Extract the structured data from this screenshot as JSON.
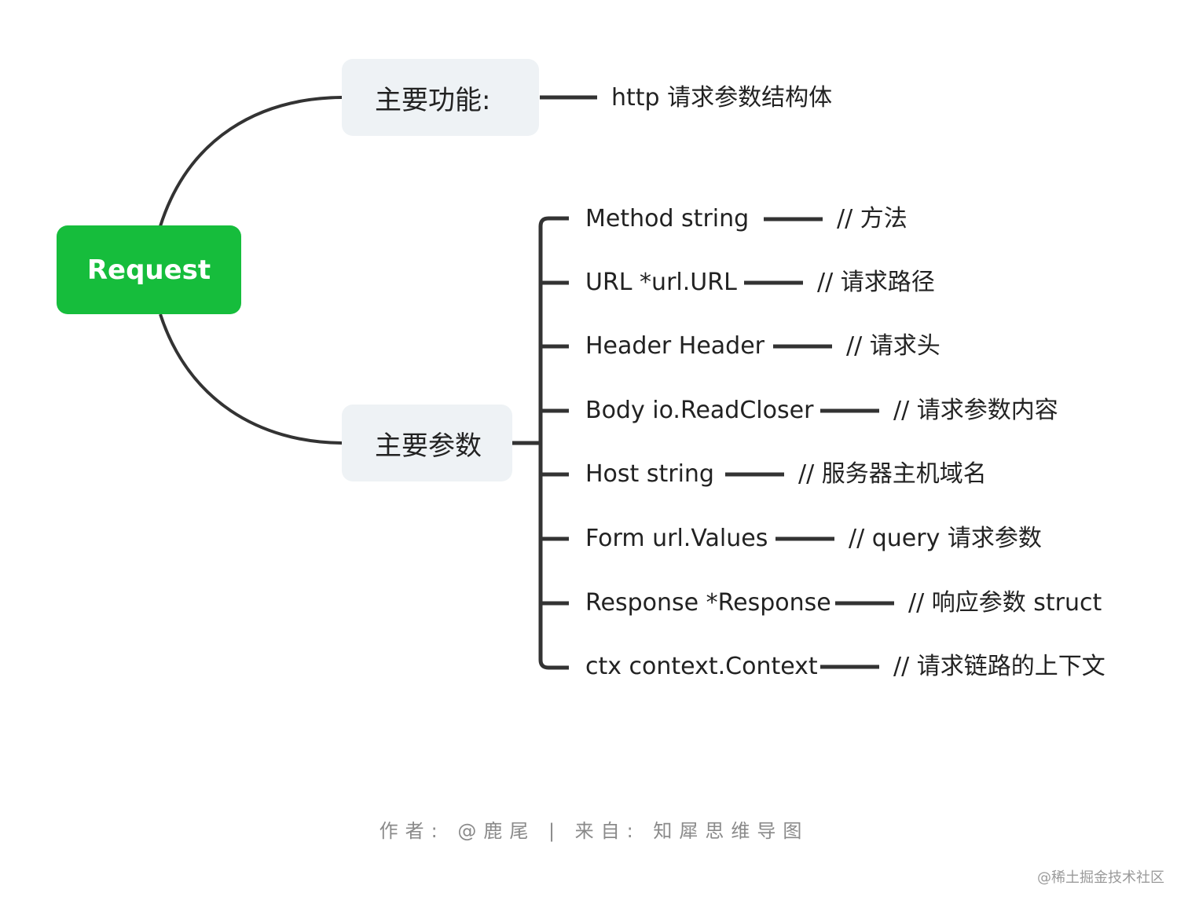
{
  "root": {
    "label": "Request",
    "color": "#16bd3c"
  },
  "topics": [
    {
      "label": "主要功能:",
      "leaves": [
        {
          "text": "http 请求参数结构体"
        }
      ]
    },
    {
      "label": "主要参数",
      "leaves": [
        {
          "field": "Method string",
          "comment": "// 方法"
        },
        {
          "field": "URL *url.URL",
          "comment": "// 请求路径"
        },
        {
          "field": "Header Header",
          "comment": "// 请求头"
        },
        {
          "field": "Body io.ReadCloser",
          "comment": "// 请求参数内容"
        },
        {
          "field": "Host string",
          "comment": "// 服务器主机域名"
        },
        {
          "field": "Form url.Values",
          "comment": "// query 请求参数"
        },
        {
          "field": "Response *Response",
          "comment": "// 响应参数 struct"
        },
        {
          "field": "ctx context.Context",
          "comment": "// 请求链路的上下文"
        }
      ]
    }
  ],
  "footer": "作者: @鹿尾 | 来自: 知犀思维导图",
  "watermark": "@稀土掘金技术社区",
  "colors": {
    "line": "#333333",
    "topic_bg": "#eef2f5"
  }
}
